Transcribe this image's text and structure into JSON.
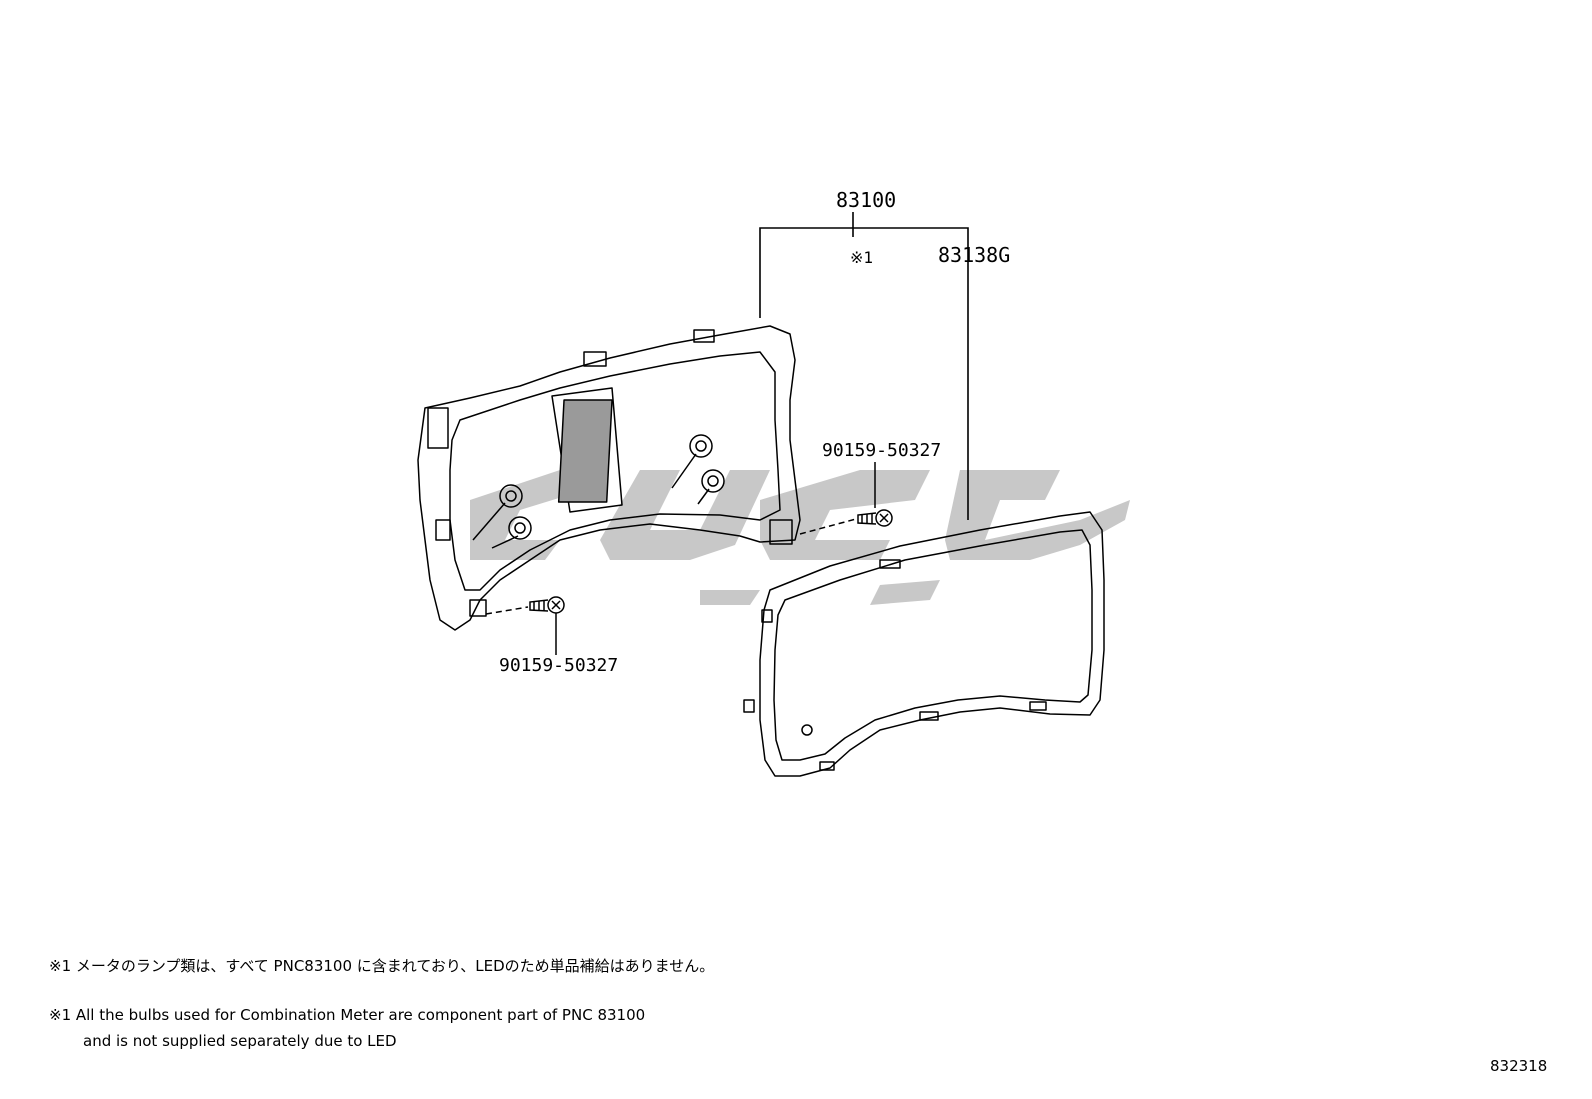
{
  "callouts": {
    "assembly": "83100",
    "assembly_note_ref": "※1",
    "lens": "83138G",
    "screw_right": "90159-50327",
    "screw_left": "90159-50327"
  },
  "notes": {
    "jp": "※1 メータのランプ類は、すべて PNC83100 に含まれており、LEDのため単品補給はありません。",
    "en_line1": "※1 All the bulbs used for Combination Meter are component part of PNC 83100",
    "en_line2": "and is not supplied separately due to LED"
  },
  "diagram_id": "832318",
  "watermark": {
    "color": "#c8c8c8"
  },
  "line_color": "#000000"
}
